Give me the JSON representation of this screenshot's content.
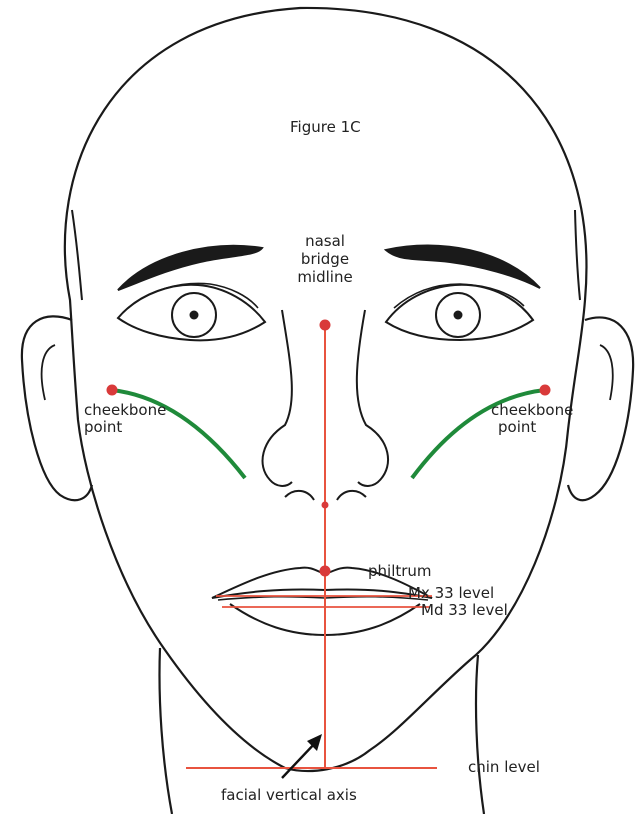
{
  "figure": {
    "title": "Figure 1C"
  },
  "labels": {
    "nasal_line1": "nasal",
    "nasal_line2": "bridge",
    "nasal_line3": "midline",
    "cheek_left_line1": "cheekbone",
    "cheek_left_line2": "point",
    "cheek_right_line1": "cheekbone",
    "cheek_right_line2": "point",
    "philtrum": "philtrum",
    "mx": "Mx 33 level",
    "md": "Md 33 level",
    "chin": "chin level",
    "axis": "facial vertical axis"
  },
  "colors": {
    "outline": "#1a1a1a",
    "reference_line": "#e8533f",
    "landmark_dot": "#d93a3a",
    "cheek_curve": "#1f8a3a",
    "arrow": "#111111"
  }
}
